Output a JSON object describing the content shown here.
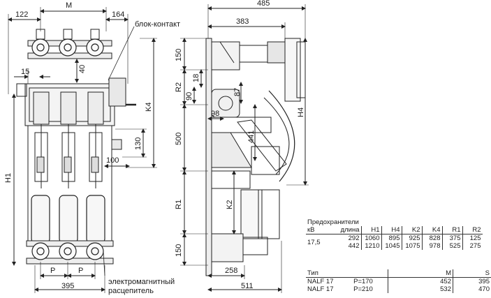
{
  "front_view": {
    "dim_top_left": "122",
    "dim_top_m": "M",
    "dim_top_right": "164",
    "label_block_contact": "блок-контакт",
    "dim_15": "15",
    "dim_40": "40",
    "dim_k4": "K4",
    "dim_h1": "H1",
    "dim_130": "130",
    "dim_100": "100",
    "dim_p1": "P",
    "dim_p2": "P",
    "dim_395": "395",
    "label_release_line1": "электромагнитный",
    "label_release_line2": "расцепитель"
  },
  "side_view": {
    "dim_485": "485",
    "dim_383": "383",
    "dim_150_top": "150",
    "dim_r2": "R2",
    "dim_18": "18",
    "dim_90": "90",
    "dim_87": "87",
    "dim_98": "98",
    "dim_500": "500",
    "dim_441": "441",
    "dim_h4": "H4",
    "dim_r1": "R1",
    "dim_k2": "K2",
    "dim_150_bottom": "150",
    "dim_258": "258",
    "dim_511": "511"
  },
  "fuse_table": {
    "header_line1": "Предохранители",
    "header_kv": "кВ",
    "header_length": "длина",
    "columns": [
      "H1",
      "H4",
      "K2",
      "K4",
      "R1",
      "R2"
    ],
    "voltage": "17,5",
    "rows": [
      {
        "length": "292",
        "values": [
          "1060",
          "895",
          "925",
          "828",
          "375",
          "125"
        ]
      },
      {
        "length": "442",
        "values": [
          "1210",
          "1045",
          "1075",
          "978",
          "525",
          "275"
        ]
      }
    ]
  },
  "type_table": {
    "header_type": "Тип",
    "header_m": "M",
    "header_s": "S",
    "rows": [
      {
        "type": "NALF 17",
        "p": "P=170",
        "m": "452",
        "s": "395"
      },
      {
        "type": "NALF 17",
        "p": "P=210",
        "m": "532",
        "s": "470"
      }
    ]
  }
}
